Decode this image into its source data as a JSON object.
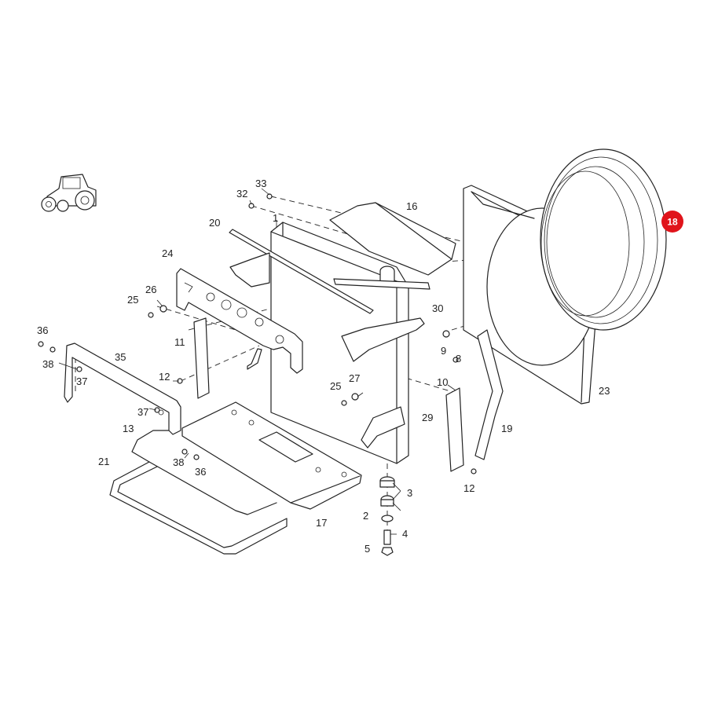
{
  "callouts": {
    "c1": "1",
    "c2": "2",
    "c3": "3",
    "c4": "4",
    "c5": "5",
    "c8": "8",
    "c9": "9",
    "c10": "10",
    "c11": "11",
    "c12a": "12",
    "c12b": "12",
    "c13": "13",
    "c16": "16",
    "c17": "17",
    "c19": "19",
    "c20": "20",
    "c21": "21",
    "c23": "23",
    "c24": "24",
    "c25a": "25",
    "c25b": "25",
    "c26": "26",
    "c27": "27",
    "c29": "29",
    "c30": "30",
    "c32": "32",
    "c33": "33",
    "c35": "35",
    "c36a": "36",
    "c36b": "36",
    "c37a": "37",
    "c37b": "37",
    "c38a": "38",
    "c38b": "38"
  },
  "highlight": {
    "label": "18",
    "color": "#e0141b"
  },
  "icons": {
    "vehicle": "tractor-icon"
  }
}
